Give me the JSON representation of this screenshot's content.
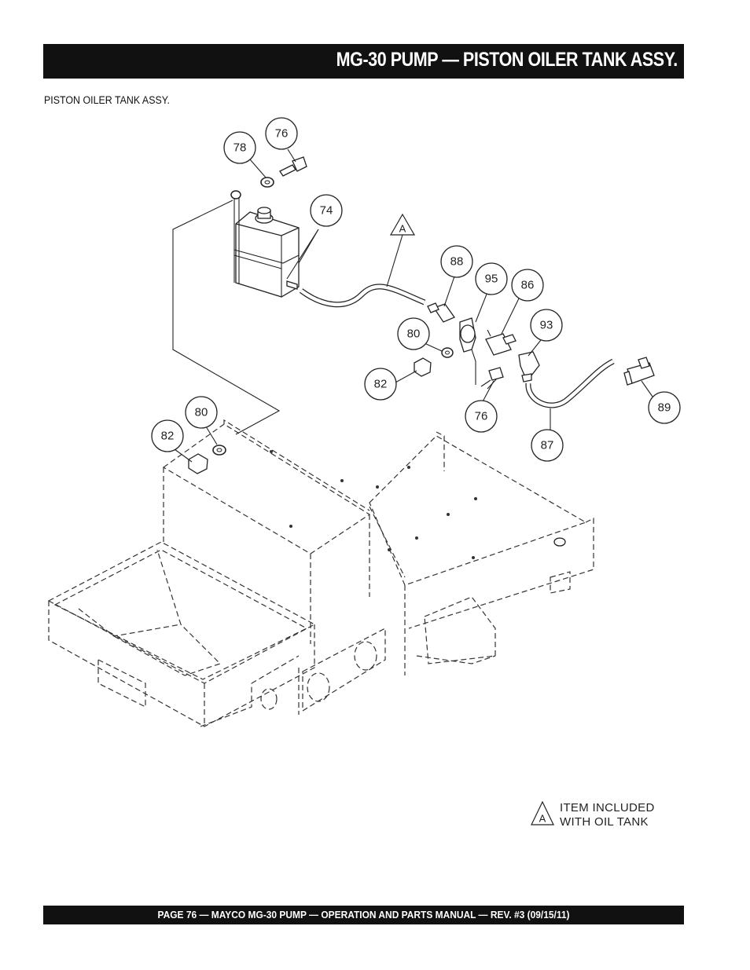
{
  "header": {
    "title": "MG-30 PUMP — PISTON OILER TANK ASSY."
  },
  "subtitle": "PISTON OILER TANK ASSY.",
  "callouts": [
    {
      "id": "callout-78",
      "label": "78"
    },
    {
      "id": "callout-76-top",
      "label": "76"
    },
    {
      "id": "callout-74",
      "label": "74"
    },
    {
      "id": "callout-88",
      "label": "88"
    },
    {
      "id": "callout-95",
      "label": "95"
    },
    {
      "id": "callout-86",
      "label": "86"
    },
    {
      "id": "callout-80-upper",
      "label": "80"
    },
    {
      "id": "callout-93",
      "label": "93"
    },
    {
      "id": "callout-82-upper",
      "label": "82"
    },
    {
      "id": "callout-76-lower",
      "label": "76"
    },
    {
      "id": "callout-89",
      "label": "89"
    },
    {
      "id": "callout-87",
      "label": "87"
    },
    {
      "id": "callout-80-lower",
      "label": "80"
    },
    {
      "id": "callout-82-lower",
      "label": "82"
    }
  ],
  "markers": {
    "a_symbol": "A"
  },
  "note": {
    "symbol": "A",
    "line1": "ITEM INCLUDED",
    "line2": "WITH OIL TANK"
  },
  "footer": {
    "text": "PAGE 76 — MAYCO  MG-30 PUMP — OPERATION AND PARTS MANUAL — REV. #3 (09/15/11)"
  }
}
